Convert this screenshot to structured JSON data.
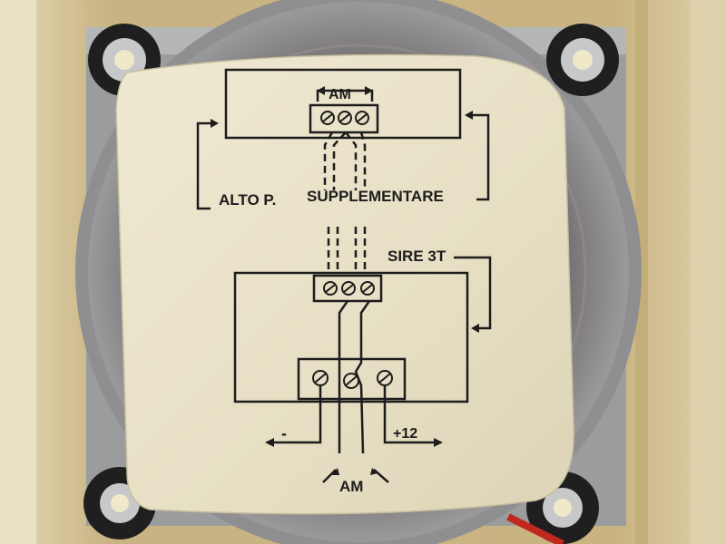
{
  "labels": {
    "am_top": "AM",
    "alto": "ALTO P.",
    "supplementare": "SUPPLEMENTARE",
    "sire": "SIRE 3T",
    "minus": "-",
    "plus12": "+12",
    "am_bottom": "AM"
  },
  "colors": {
    "background_wall": "#c8b483",
    "speaker_frame": "#8b8d8e",
    "paper": "#e9e2c9",
    "ink": "#1c1c1c",
    "screw_head": "#2a2a2a",
    "wire_red": "#c0281e"
  }
}
